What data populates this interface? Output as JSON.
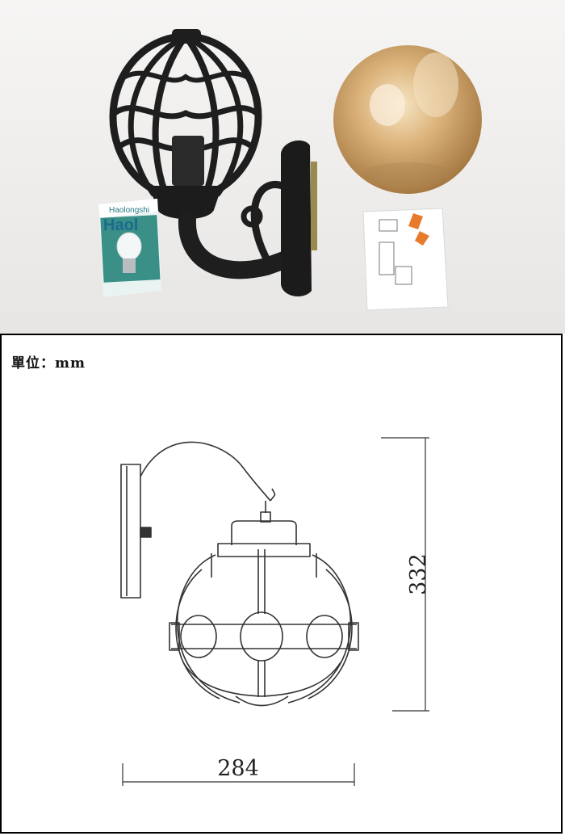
{
  "photo": {
    "bulb_box_brand": "Haolongshi",
    "bulb_box_big_text": "Haol"
  },
  "drawing": {
    "unit_label": "單位：mm",
    "height_value": "332",
    "width_value": "284"
  },
  "colors": {
    "photo_background": "#f1f0ef",
    "lamp_cage": "#1e1e1e",
    "glass_globe": "#d9b27a",
    "bulb_box": "#3a8f86",
    "line_art": "#333333"
  }
}
